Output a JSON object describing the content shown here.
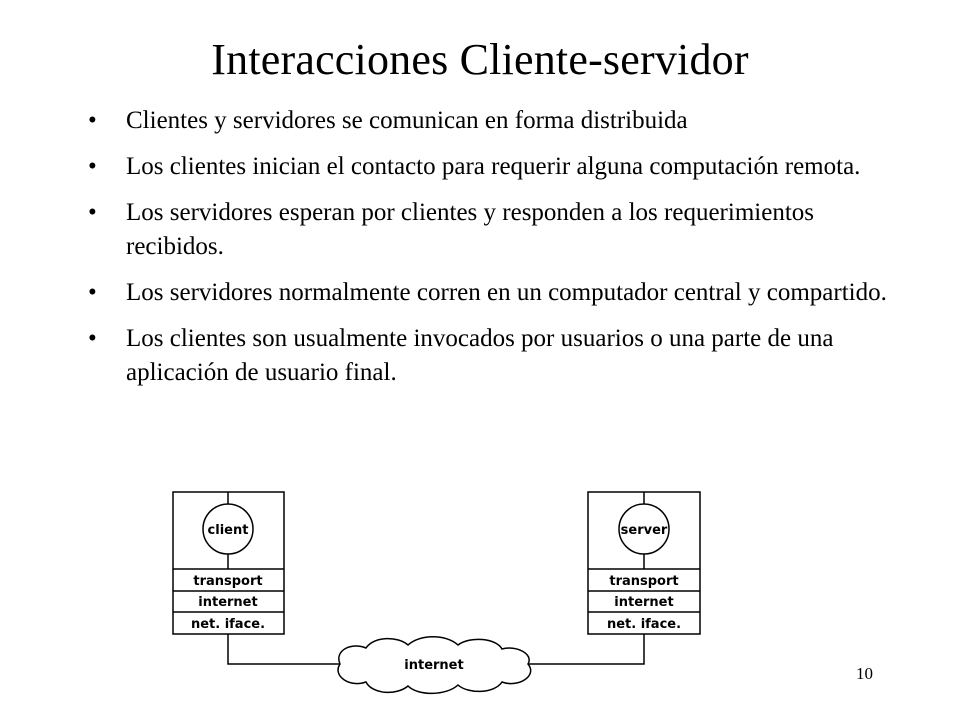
{
  "slide": {
    "title": "Interacciones Cliente-servidor",
    "bullets": [
      "Clientes y servidores se comunican en forma distribuida",
      "Los clientes inician el contacto para requerir alguna computación remota.",
      "Los servidores esperan por clientes y responden a los requerimientos recibidos.",
      "Los servidores normalmente corren en un computador central y compartido.",
      "Los clientes son usualmente invocados por usuarios o una parte de una aplicación de usuario final."
    ],
    "page_number": "10"
  },
  "diagram": {
    "client": {
      "app": "client",
      "layers": [
        "transport",
        "internet",
        "net. iface."
      ]
    },
    "server": {
      "app": "server",
      "layers": [
        "transport",
        "internet",
        "net. iface."
      ]
    },
    "network": "internet"
  }
}
